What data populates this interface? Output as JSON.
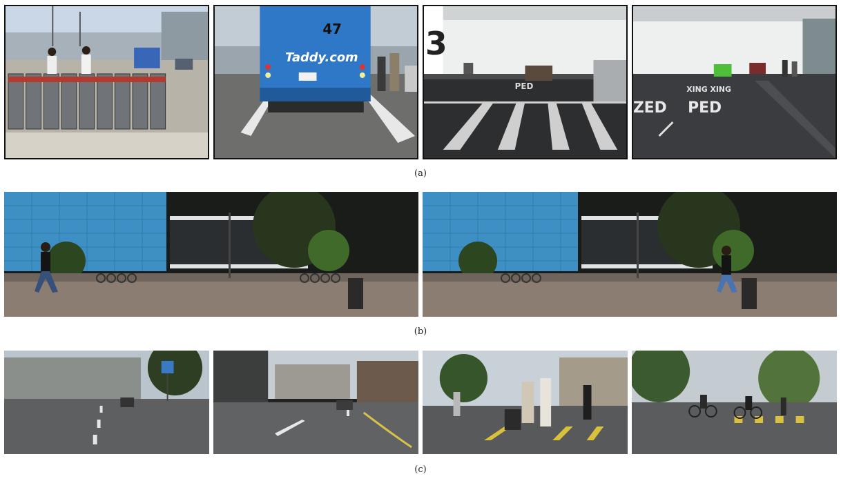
{
  "figure": {
    "captions": {
      "a": "(a)",
      "b": "(b)",
      "c": "(c)"
    },
    "road_markings": {
      "ped": "PED",
      "xing": "XING XING",
      "zed": "ZED"
    },
    "bus": {
      "number": "47",
      "ad_text": "Taddy.com"
    }
  }
}
